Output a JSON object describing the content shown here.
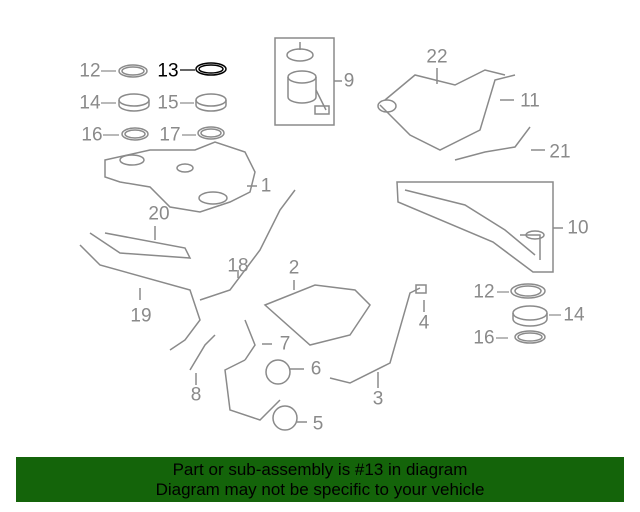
{
  "diagram": {
    "highlighted_part": "13",
    "callouts": [
      {
        "id": "c12a",
        "label": "12"
      },
      {
        "id": "c13",
        "label": "13"
      },
      {
        "id": "c14a",
        "label": "14"
      },
      {
        "id": "c15",
        "label": "15"
      },
      {
        "id": "c16a",
        "label": "16"
      },
      {
        "id": "c17",
        "label": "17"
      },
      {
        "id": "c1",
        "label": "1"
      },
      {
        "id": "c9",
        "label": "9"
      },
      {
        "id": "c22",
        "label": "22"
      },
      {
        "id": "c11",
        "label": "11"
      },
      {
        "id": "c21",
        "label": "21"
      },
      {
        "id": "c10",
        "label": "10"
      },
      {
        "id": "c20",
        "label": "20"
      },
      {
        "id": "c18",
        "label": "18"
      },
      {
        "id": "c2",
        "label": "2"
      },
      {
        "id": "c19",
        "label": "19"
      },
      {
        "id": "c4",
        "label": "4"
      },
      {
        "id": "c12b",
        "label": "12"
      },
      {
        "id": "c14b",
        "label": "14"
      },
      {
        "id": "c16b",
        "label": "16"
      },
      {
        "id": "c7",
        "label": "7"
      },
      {
        "id": "c6",
        "label": "6"
      },
      {
        "id": "c8",
        "label": "8"
      },
      {
        "id": "c3",
        "label": "3"
      },
      {
        "id": "c5",
        "label": "5"
      }
    ]
  },
  "banner": {
    "line1": "Part or sub-assembly is #13 in diagram",
    "line2": "Diagram may not be specific to your vehicle",
    "color": "#14640a"
  }
}
